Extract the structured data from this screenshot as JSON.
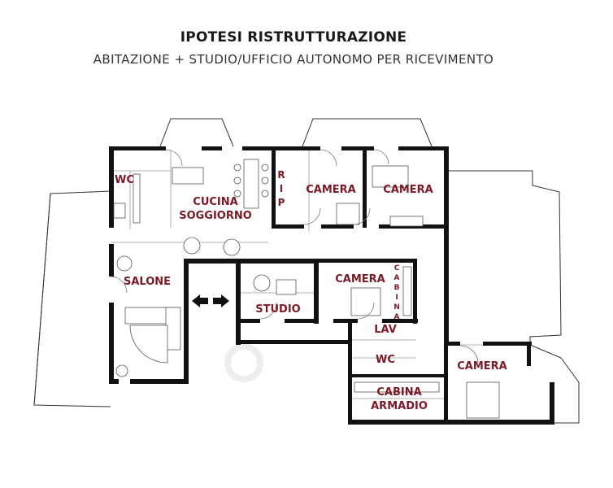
{
  "header": {
    "title": "IPOTESI RISTRUTTURAZIONE",
    "subtitle": "ABITAZIONE + STUDIO/UFFICIO AUTONOMO PER RICEVIMENTO"
  },
  "rooms": {
    "wc_top": "WC",
    "cucina": "CUCINA",
    "soggiorno": "SOGGIORNO",
    "rip_r": "R",
    "rip_i": "I",
    "rip_p": "P",
    "camera_1": "CAMERA",
    "camera_2": "CAMERA",
    "salone": "SALONE",
    "studio": "STUDIO",
    "camera_3": "CAMERA",
    "cabina_c": "C",
    "cabina_a1": "A",
    "cabina_b": "B",
    "cabina_i": "I",
    "cabina_n": "N",
    "cabina_a2": "A",
    "lav": "LAV",
    "wc_mid": "WC",
    "camera_4": "CAMERA",
    "cabina_armadio_1": "CABINA",
    "cabina_armadio_2": "ARMADIO"
  },
  "colors": {
    "room_label": "#7a1a26",
    "wall": "#111111"
  },
  "icons": {
    "passage_arrows": "double-arrow-icon"
  }
}
